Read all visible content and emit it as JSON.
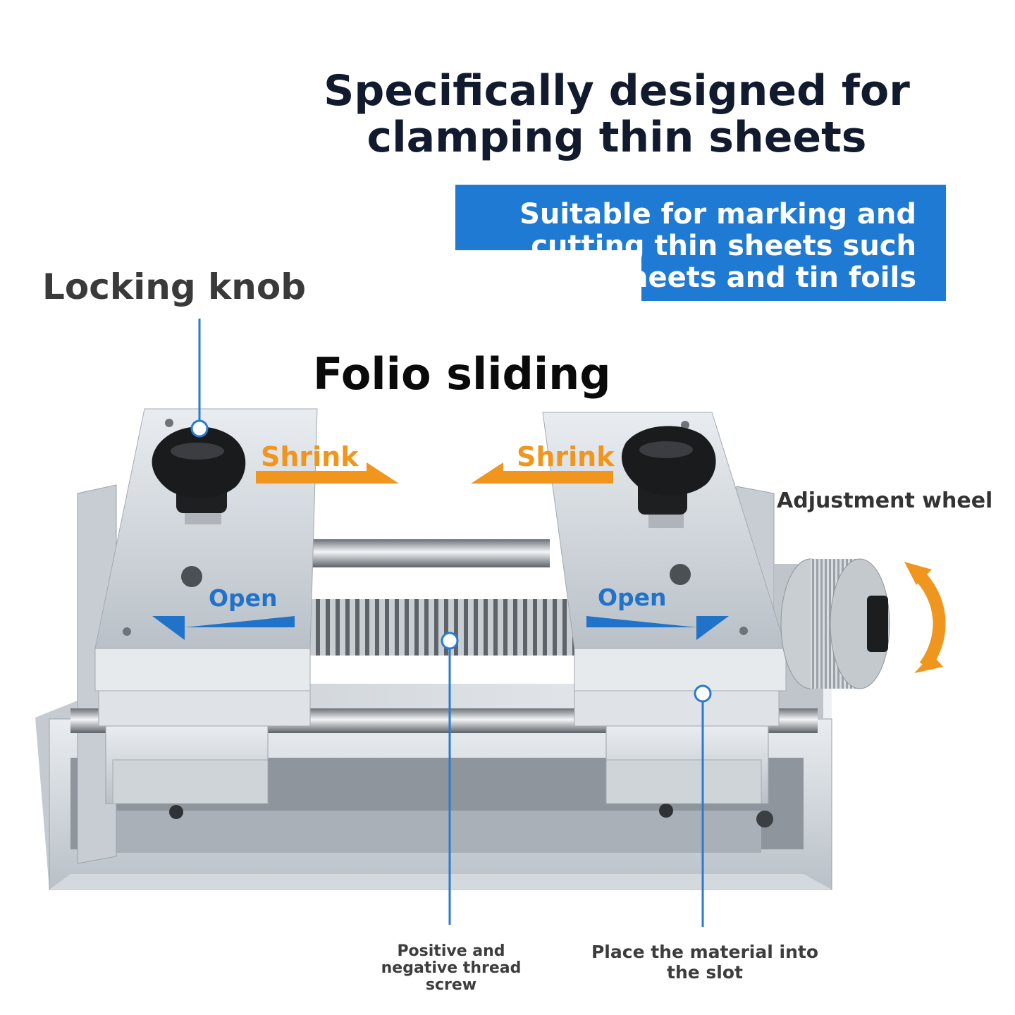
{
  "title": "Specifically designed for clamping thin sheets",
  "banner_text": "Suitable for marking and cutting thin sheets such as sheets and tin foils",
  "labels": {
    "locking_knob": "Locking knob",
    "folio_sliding": "Folio sliding",
    "adjustment_wheel": "Adjustment wheel",
    "shrink_left": "Shrink",
    "shrink_right": "Shrink",
    "open_left": "Open",
    "open_right": "Open",
    "thread_screw": "Positive and negative thread screw",
    "material_slot": "Place the material into the slot"
  },
  "colors": {
    "accent_blue": "#1f7ad4",
    "callout_blue": "#2073c9",
    "arrow_orange": "#f0961e",
    "title": "#121a2e"
  }
}
